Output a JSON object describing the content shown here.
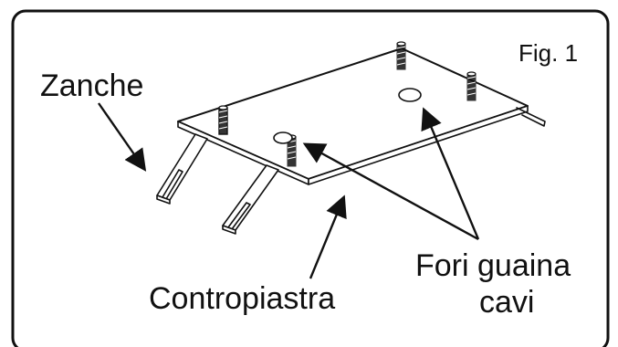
{
  "figure": {
    "fig_label": "Fig. 1",
    "labels": {
      "zanche": "Zanche",
      "contropiastra": "Contropiastra",
      "fori_line1": "Fori guaina",
      "fori_line2": "cavi"
    }
  },
  "colors": {
    "ink": "#111111",
    "paper": "#ffffff"
  }
}
